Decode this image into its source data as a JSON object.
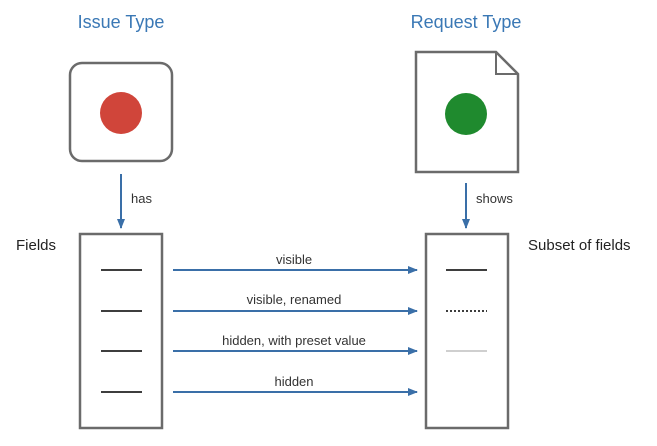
{
  "headings": {
    "issue_type": "Issue Type",
    "request_type": "Request Type"
  },
  "labels": {
    "has": "has",
    "shows": "shows",
    "fields": "Fields",
    "subset_of_fields": "Subset of fields"
  },
  "mappings": [
    {
      "label": "visible",
      "target_style": "solid"
    },
    {
      "label": "visible, renamed",
      "target_style": "dotted"
    },
    {
      "label": "hidden, with preset value",
      "target_style": "light"
    },
    {
      "label": "hidden",
      "target_style": "none"
    }
  ],
  "colors": {
    "heading": "#3a78b5",
    "arrow": "#3a6fa8",
    "box_stroke": "#6b6b6b",
    "issue_dot": "#d0453a",
    "request_dot": "#1f8a2e",
    "field_line": "#222222",
    "preset_line": "#c8c8c8"
  },
  "icons": {
    "issue_type": "issue-type-card-icon",
    "request_type": "request-type-document-icon"
  }
}
